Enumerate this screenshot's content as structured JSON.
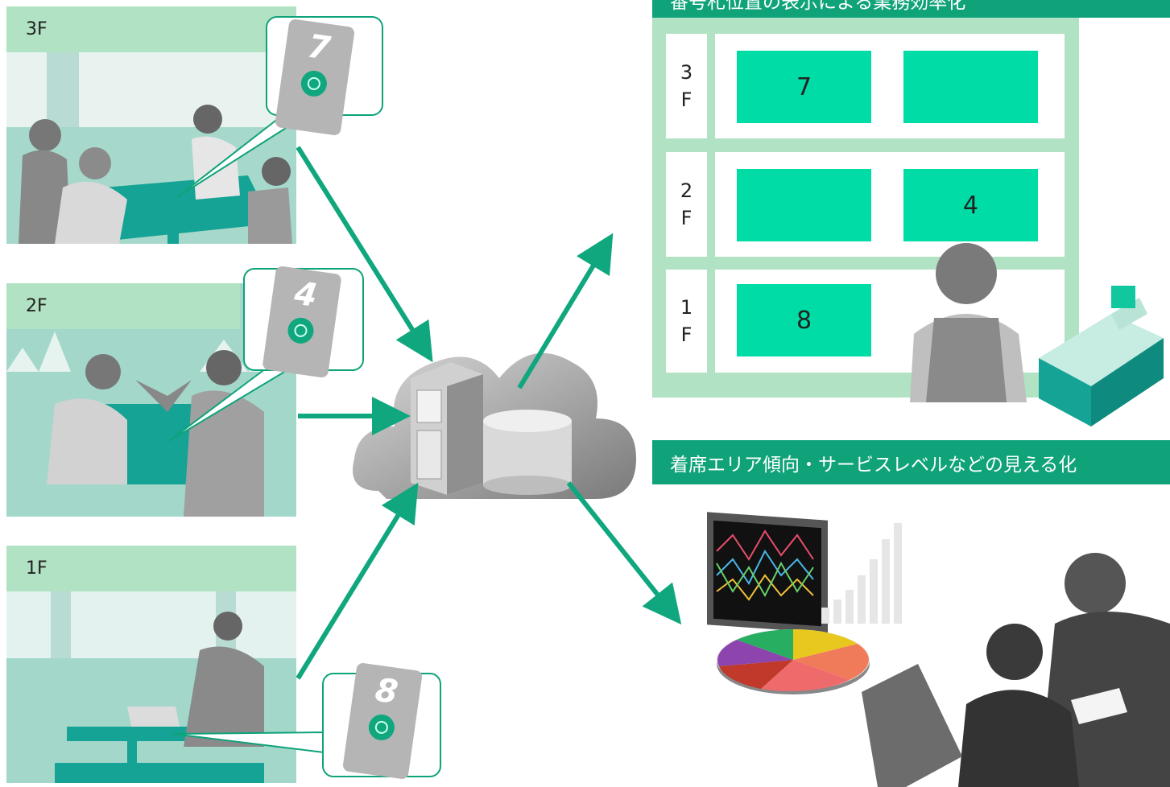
{
  "floors": [
    {
      "label": "3F",
      "tag_number": "7"
    },
    {
      "label": "2F",
      "tag_number": "4"
    },
    {
      "label": "1F",
      "tag_number": "8"
    }
  ],
  "board": {
    "title": "番号札位置の表示による業務効率化",
    "rows": [
      {
        "floor_char1": "3",
        "floor_char2": "F",
        "seat_left": "7",
        "seat_right": ""
      },
      {
        "floor_char1": "2",
        "floor_char2": "F",
        "seat_left": "",
        "seat_right": "4"
      },
      {
        "floor_char1": "1",
        "floor_char2": "F",
        "seat_left": "8",
        "seat_right": ""
      }
    ]
  },
  "analytics": {
    "title": "着席エリア傾向・サービスレベルなどの見える化"
  },
  "icons": [
    "cloud-icon",
    "server-icon",
    "database-icon",
    "cash-register-icon",
    "monitor-chart-icon",
    "pie-chart-icon"
  ],
  "colors": {
    "accent": "#10a37a",
    "light_green": "#b2e2c4",
    "seat": "#00dca6",
    "arrow": "#10a77e"
  }
}
